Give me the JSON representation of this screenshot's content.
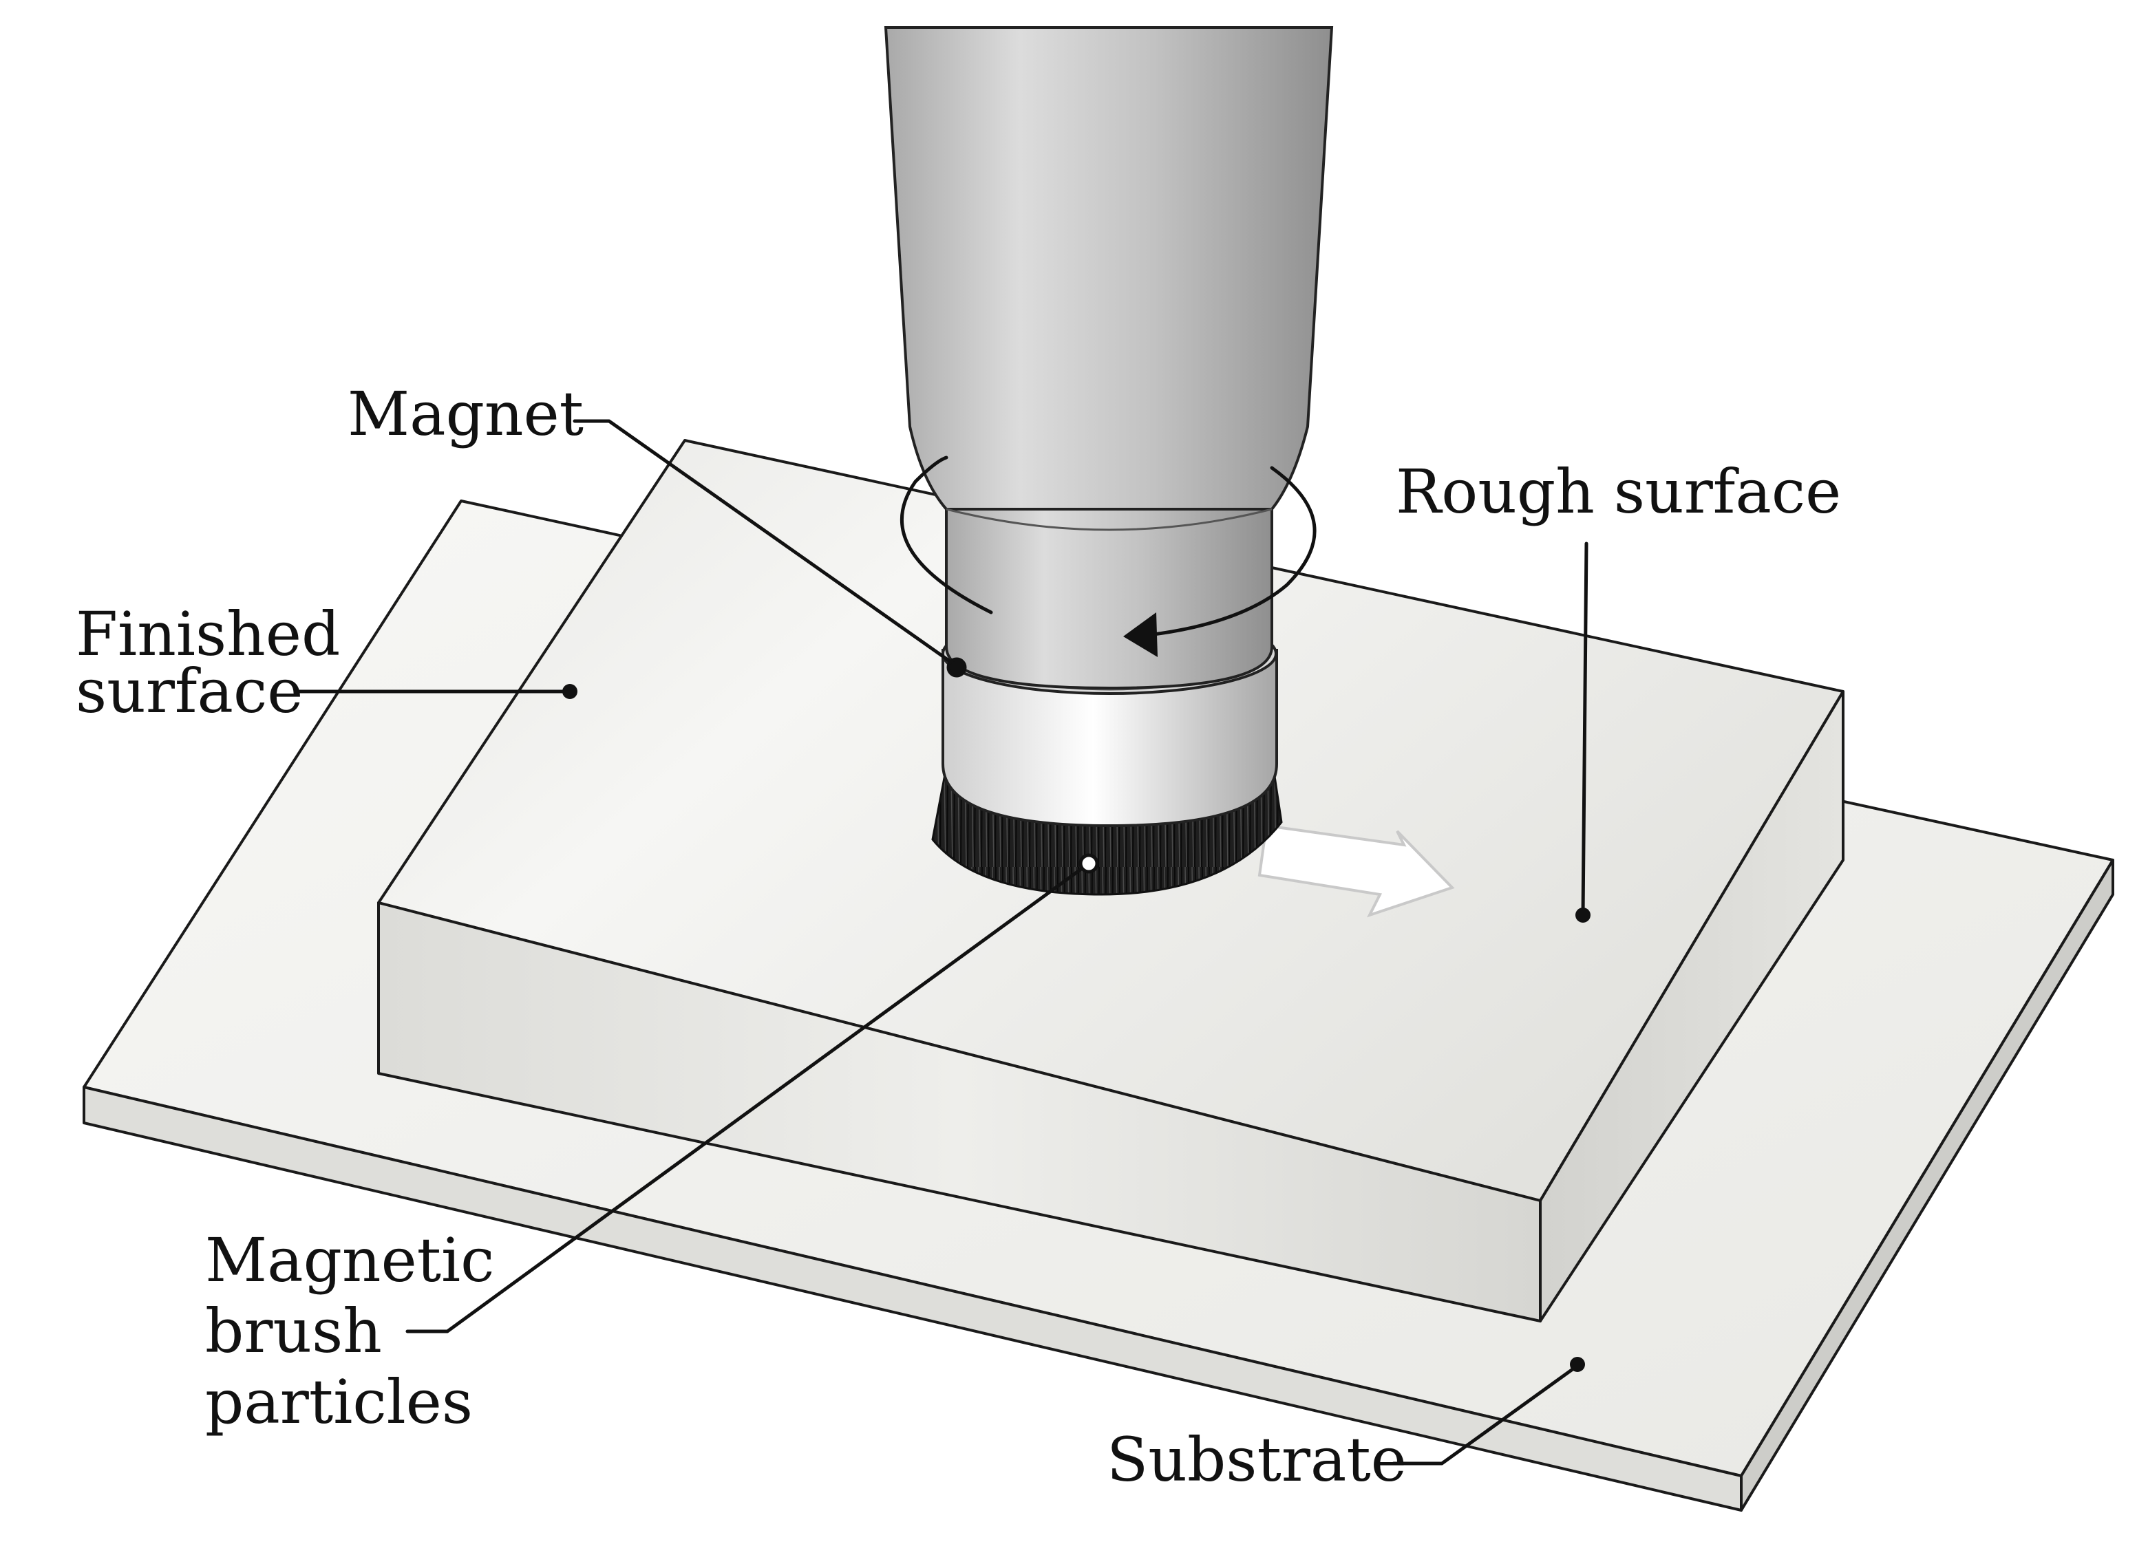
{
  "labels": {
    "magnet": "Magnet",
    "rough_surface": "Rough surface",
    "finished_surface": [
      "Finished",
      "surface"
    ],
    "magnetic_brush_particles": [
      "Magnetic",
      "brush",
      "particles"
    ],
    "substrate": "Substrate"
  },
  "colors": {
    "background": "#ffffff",
    "ink": "#111111",
    "substrate_face": "#f1f1ee",
    "block_top": "#ececea",
    "tool_metal": "#b8b8b8",
    "brush_bristles": "#1a1a1a"
  },
  "icons": {
    "rotation": "rotation-arrow-icon",
    "motion": "motion-direction-arrow-icon"
  }
}
